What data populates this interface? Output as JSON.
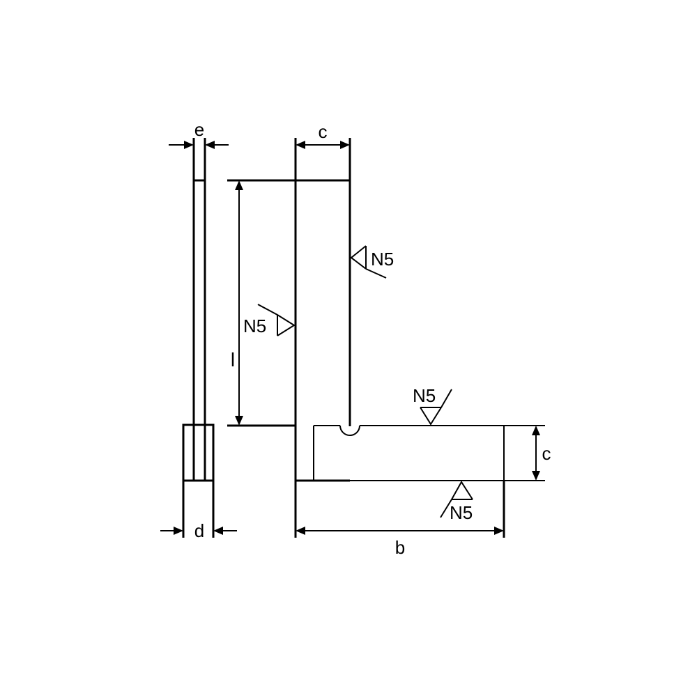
{
  "diagram": {
    "type": "technical-drawing",
    "subject": "steel square (try square) with stock, side and front views",
    "colors": {
      "line": "#000000",
      "background": "#ffffff"
    },
    "dimensions": {
      "e": "e",
      "d": "d",
      "c_top": "c",
      "c_right": "c",
      "l": "l",
      "b": "b"
    },
    "surface_finish": {
      "blade_right": "N5",
      "blade_left": "N5",
      "stock_top": "N5",
      "stock_bottom": "N5"
    }
  }
}
